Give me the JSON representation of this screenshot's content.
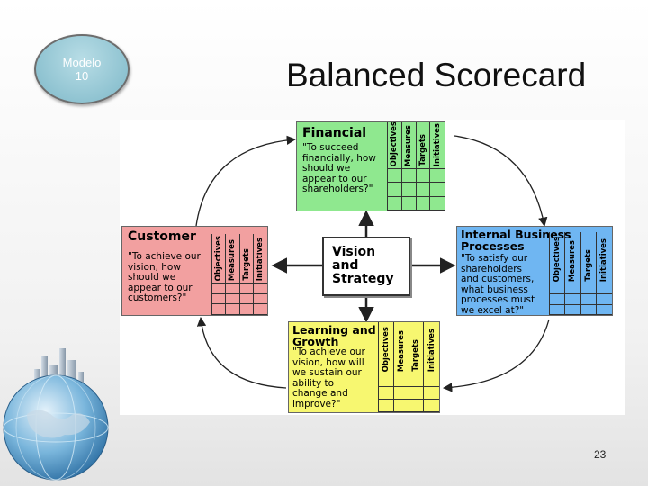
{
  "slide": {
    "badge_line1": "Modelo",
    "badge_line2": "10",
    "title": "Balanced Scorecard",
    "page_number": "23"
  },
  "columns": [
    "Objectives",
    "Measures",
    "Targets",
    "Initiatives"
  ],
  "financial": {
    "title": "Financial",
    "question": [
      "\"To succeed",
      "financially, how",
      "should we",
      "appear to our",
      "shareholders?\""
    ],
    "color": "#8fe88f"
  },
  "customer": {
    "title": "Customer",
    "question": [
      "\"To achieve our",
      "vision, how",
      "should we",
      "appear to our",
      "customers?\""
    ],
    "color": "#f2a0a0"
  },
  "internal": {
    "title": [
      "Internal Business",
      "Processes"
    ],
    "question": [
      "\"To satisfy our",
      "shareholders",
      "and customers,",
      "what business",
      "processes must",
      "we excel at?\""
    ],
    "color": "#6fb6f2"
  },
  "learning": {
    "title": [
      "Learning and",
      "Growth"
    ],
    "question": [
      "\"To achieve our",
      "vision, how will",
      "we sustain our",
      "ability to",
      "change and",
      "improve?\""
    ],
    "color": "#f7f770"
  },
  "vision": {
    "title": [
      "Vision",
      "and",
      "Strategy"
    ]
  }
}
